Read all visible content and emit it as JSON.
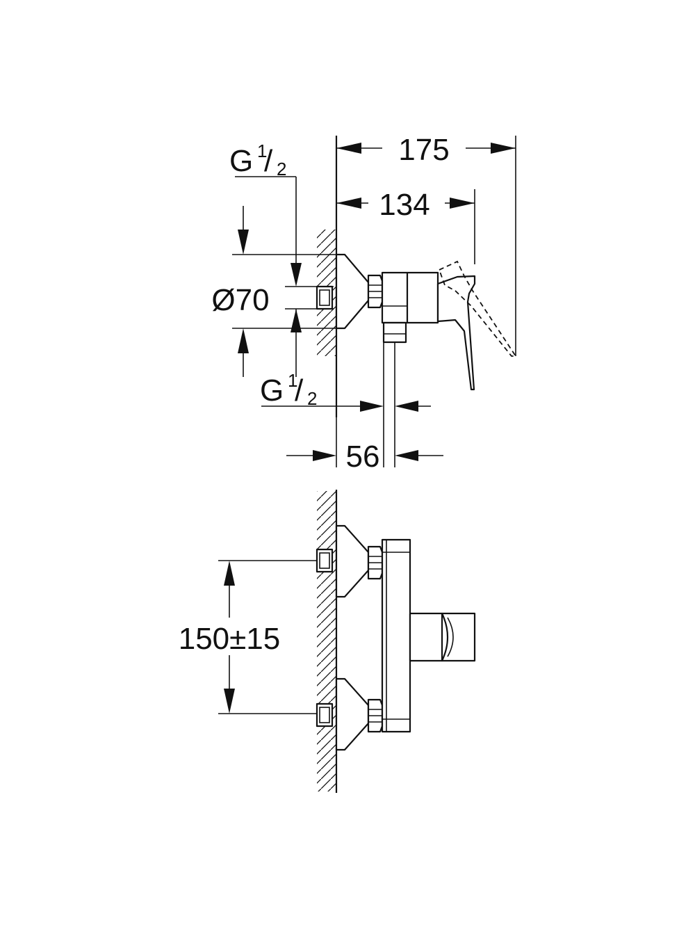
{
  "dimensions": {
    "overall_depth": "175",
    "body_depth": "134",
    "cold_connection": {
      "prefix": "G",
      "num": "1",
      "den": "2"
    },
    "rosette_diameter": "Ø70",
    "hot_connection": {
      "prefix": "G",
      "num": "1",
      "den": "2"
    },
    "outlet_offset": "56",
    "inlet_spacing": "150±15"
  }
}
